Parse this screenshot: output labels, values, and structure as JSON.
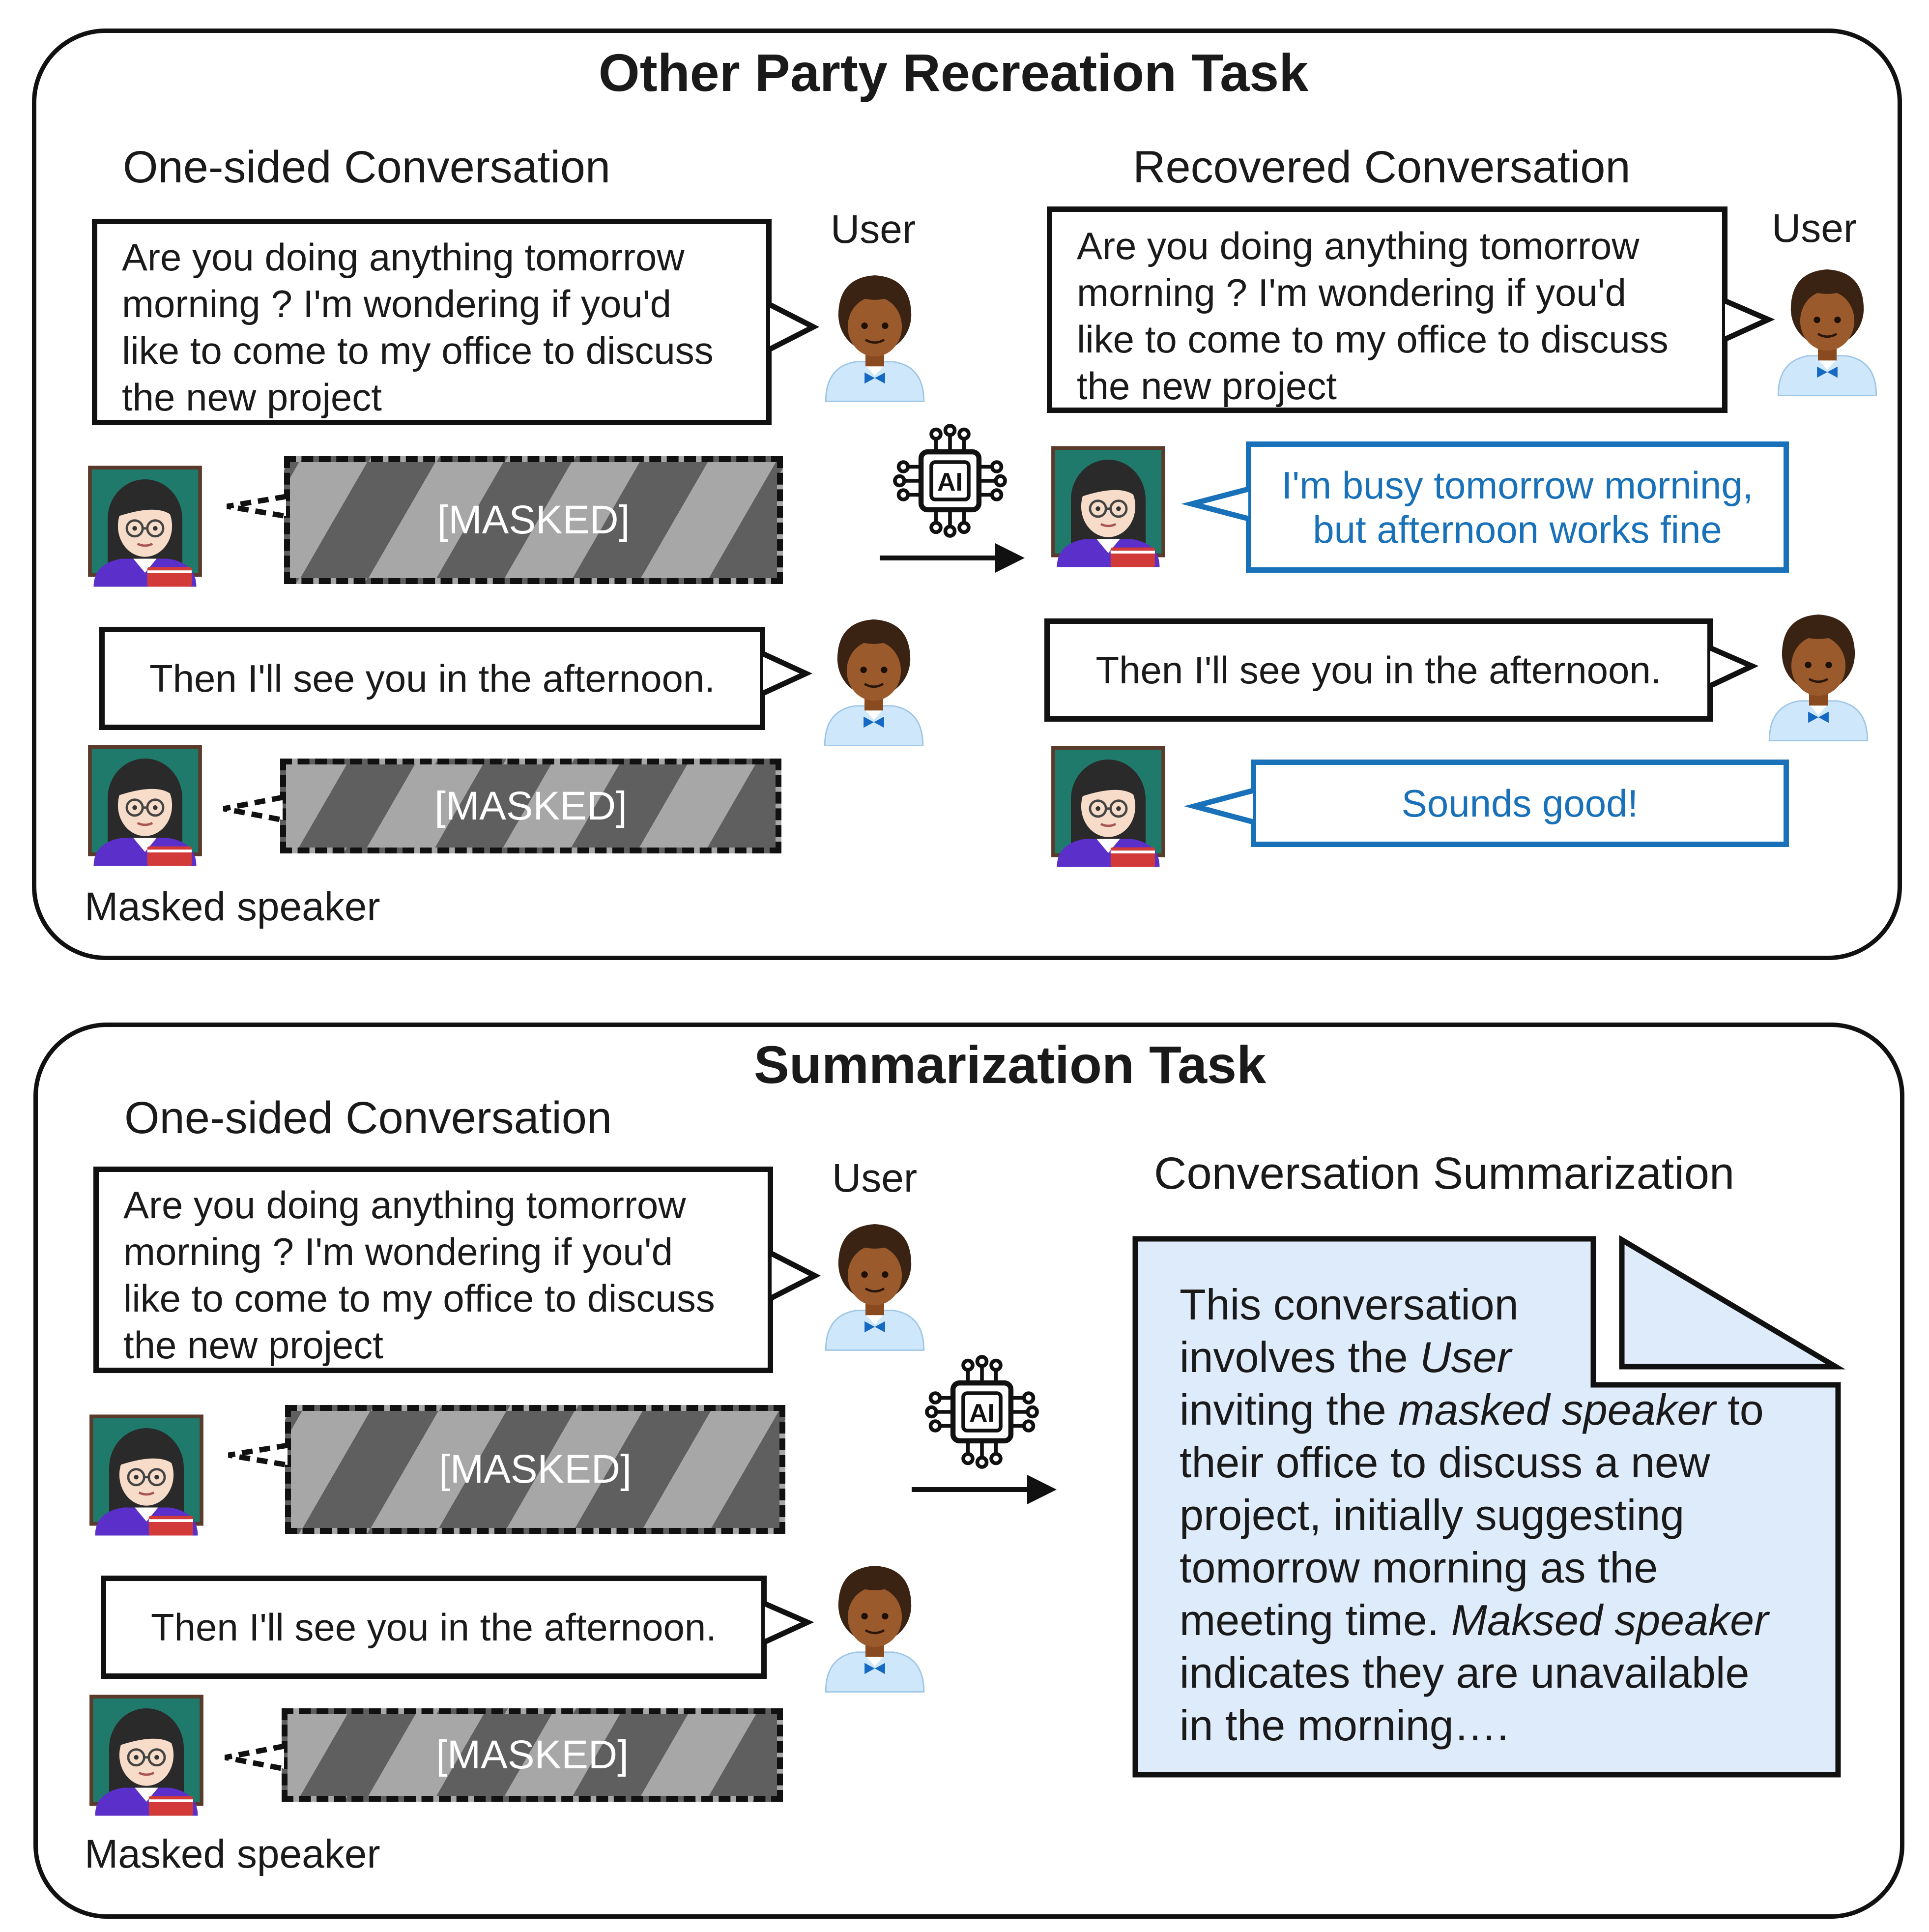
{
  "colors": {
    "recovered_text": "#1971b9",
    "summary_fill": "#deebfa",
    "masked_dark": "#5f5f5f",
    "masked_light": "#a7a7a7"
  },
  "panel1": {
    "title": "Other Party Recreation Task",
    "left_heading": "One-sided Conversation",
    "right_heading": "Recovered Conversation",
    "user_label": "User",
    "masked_label": "Masked speaker",
    "msg1": "Are you doing anything tomorrow morning ? I'm wondering if you'd like to come to my office to discuss the new project",
    "msg1_lines": [
      "Are you doing anything tomorrow",
      "morning ? I'm wondering if you'd",
      "like to come to my office to discuss",
      "the new project"
    ],
    "msg2": "Then I'll see you in the afternoon.",
    "masked_text": "[MASKED]",
    "recovered1_lines": [
      "I'm busy tomorrow morning,",
      "but afternoon works fine"
    ],
    "recovered2": "Sounds good!"
  },
  "panel2": {
    "title": "Summarization Task",
    "left_heading": "One-sided Conversation",
    "right_heading": "Conversation Summarization",
    "user_label": "User",
    "masked_label": "Masked speaker",
    "msg1_lines": [
      "Are you doing anything tomorrow",
      "morning ? I'm wondering if you'd",
      "like to come to my office to discuss",
      "the new project"
    ],
    "msg2": "Then I'll see you in the afternoon.",
    "masked_text": "[MASKED]",
    "summary": {
      "l1": "This conversation",
      "l2a": "involves the ",
      "l2b": "User",
      "l3a": "inviting the ",
      "l3b": "masked speaker",
      "l3c": " to",
      "l4": "their office to discuss a new",
      "l5": "project, initially suggesting",
      "l6": "tomorrow morning as the",
      "l7a": "meeting time. ",
      "l7b": "Maksed speaker",
      "l8": "indicates they are unavailable",
      "l9": "in the morning…."
    }
  },
  "icons": {
    "ai": "ai-chip-icon",
    "user": "user-avatar-icon",
    "masked": "teacher-avatar-icon",
    "arrow": "arrow-right-icon"
  },
  "ai_chip_label": "AI"
}
